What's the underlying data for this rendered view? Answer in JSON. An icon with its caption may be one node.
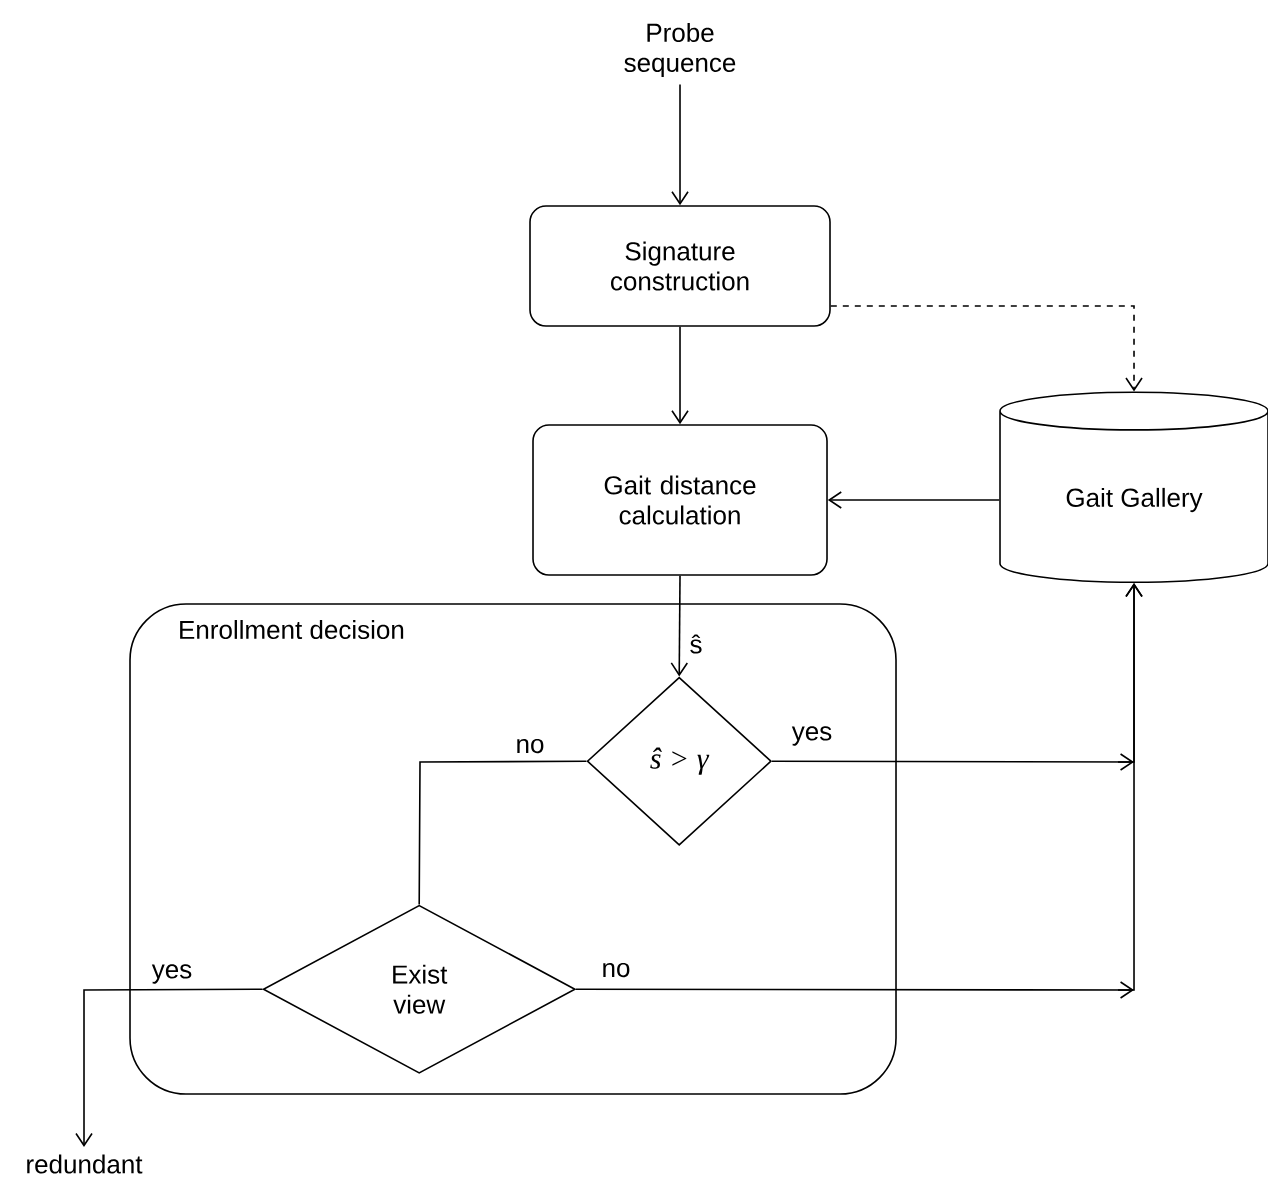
{
  "diagram": {
    "nodes": [
      {
        "text": [
          "Probe sequence"
        ]
      },
      {
        "text": [
          "Signature construction"
        ]
      },
      {
        "text": [
          "Gait distance calculation"
        ]
      },
      {
        "text": [
          "Gait Gallery"
        ]
      },
      {
        "text": [
          "Enrollment decision"
        ]
      },
      {
        "text": [
          "ŝ > γ"
        ],
        "in": 4
      },
      {
        "text": [
          "Exist view"
        ],
        "in": 4
      },
      {
        "text": [
          "redundant"
        ]
      }
    ],
    "edges": [
      {
        "from": 0,
        "to": 1,
        "arrow": "to"
      },
      {
        "from": 1,
        "to": 2,
        "arrow": "to"
      },
      {
        "from": 1,
        "to": 3,
        "arrow": "to",
        "style": "dashed"
      },
      {
        "from": 3,
        "to": 2,
        "arrow": "to"
      },
      {
        "from": 2,
        "to": 5,
        "arrow": "to",
        "label": "ŝ"
      },
      {
        "from": 5,
        "to": 3,
        "arrow": "to",
        "label": "yes"
      },
      {
        "from": 5,
        "to": 6,
        "arrow": "none",
        "label": "no"
      },
      {
        "from": 6,
        "to": 7,
        "arrow": "to",
        "label": "yes"
      },
      {
        "from": 6,
        "to": 3,
        "arrow": "to",
        "label": "no"
      }
    ]
  }
}
